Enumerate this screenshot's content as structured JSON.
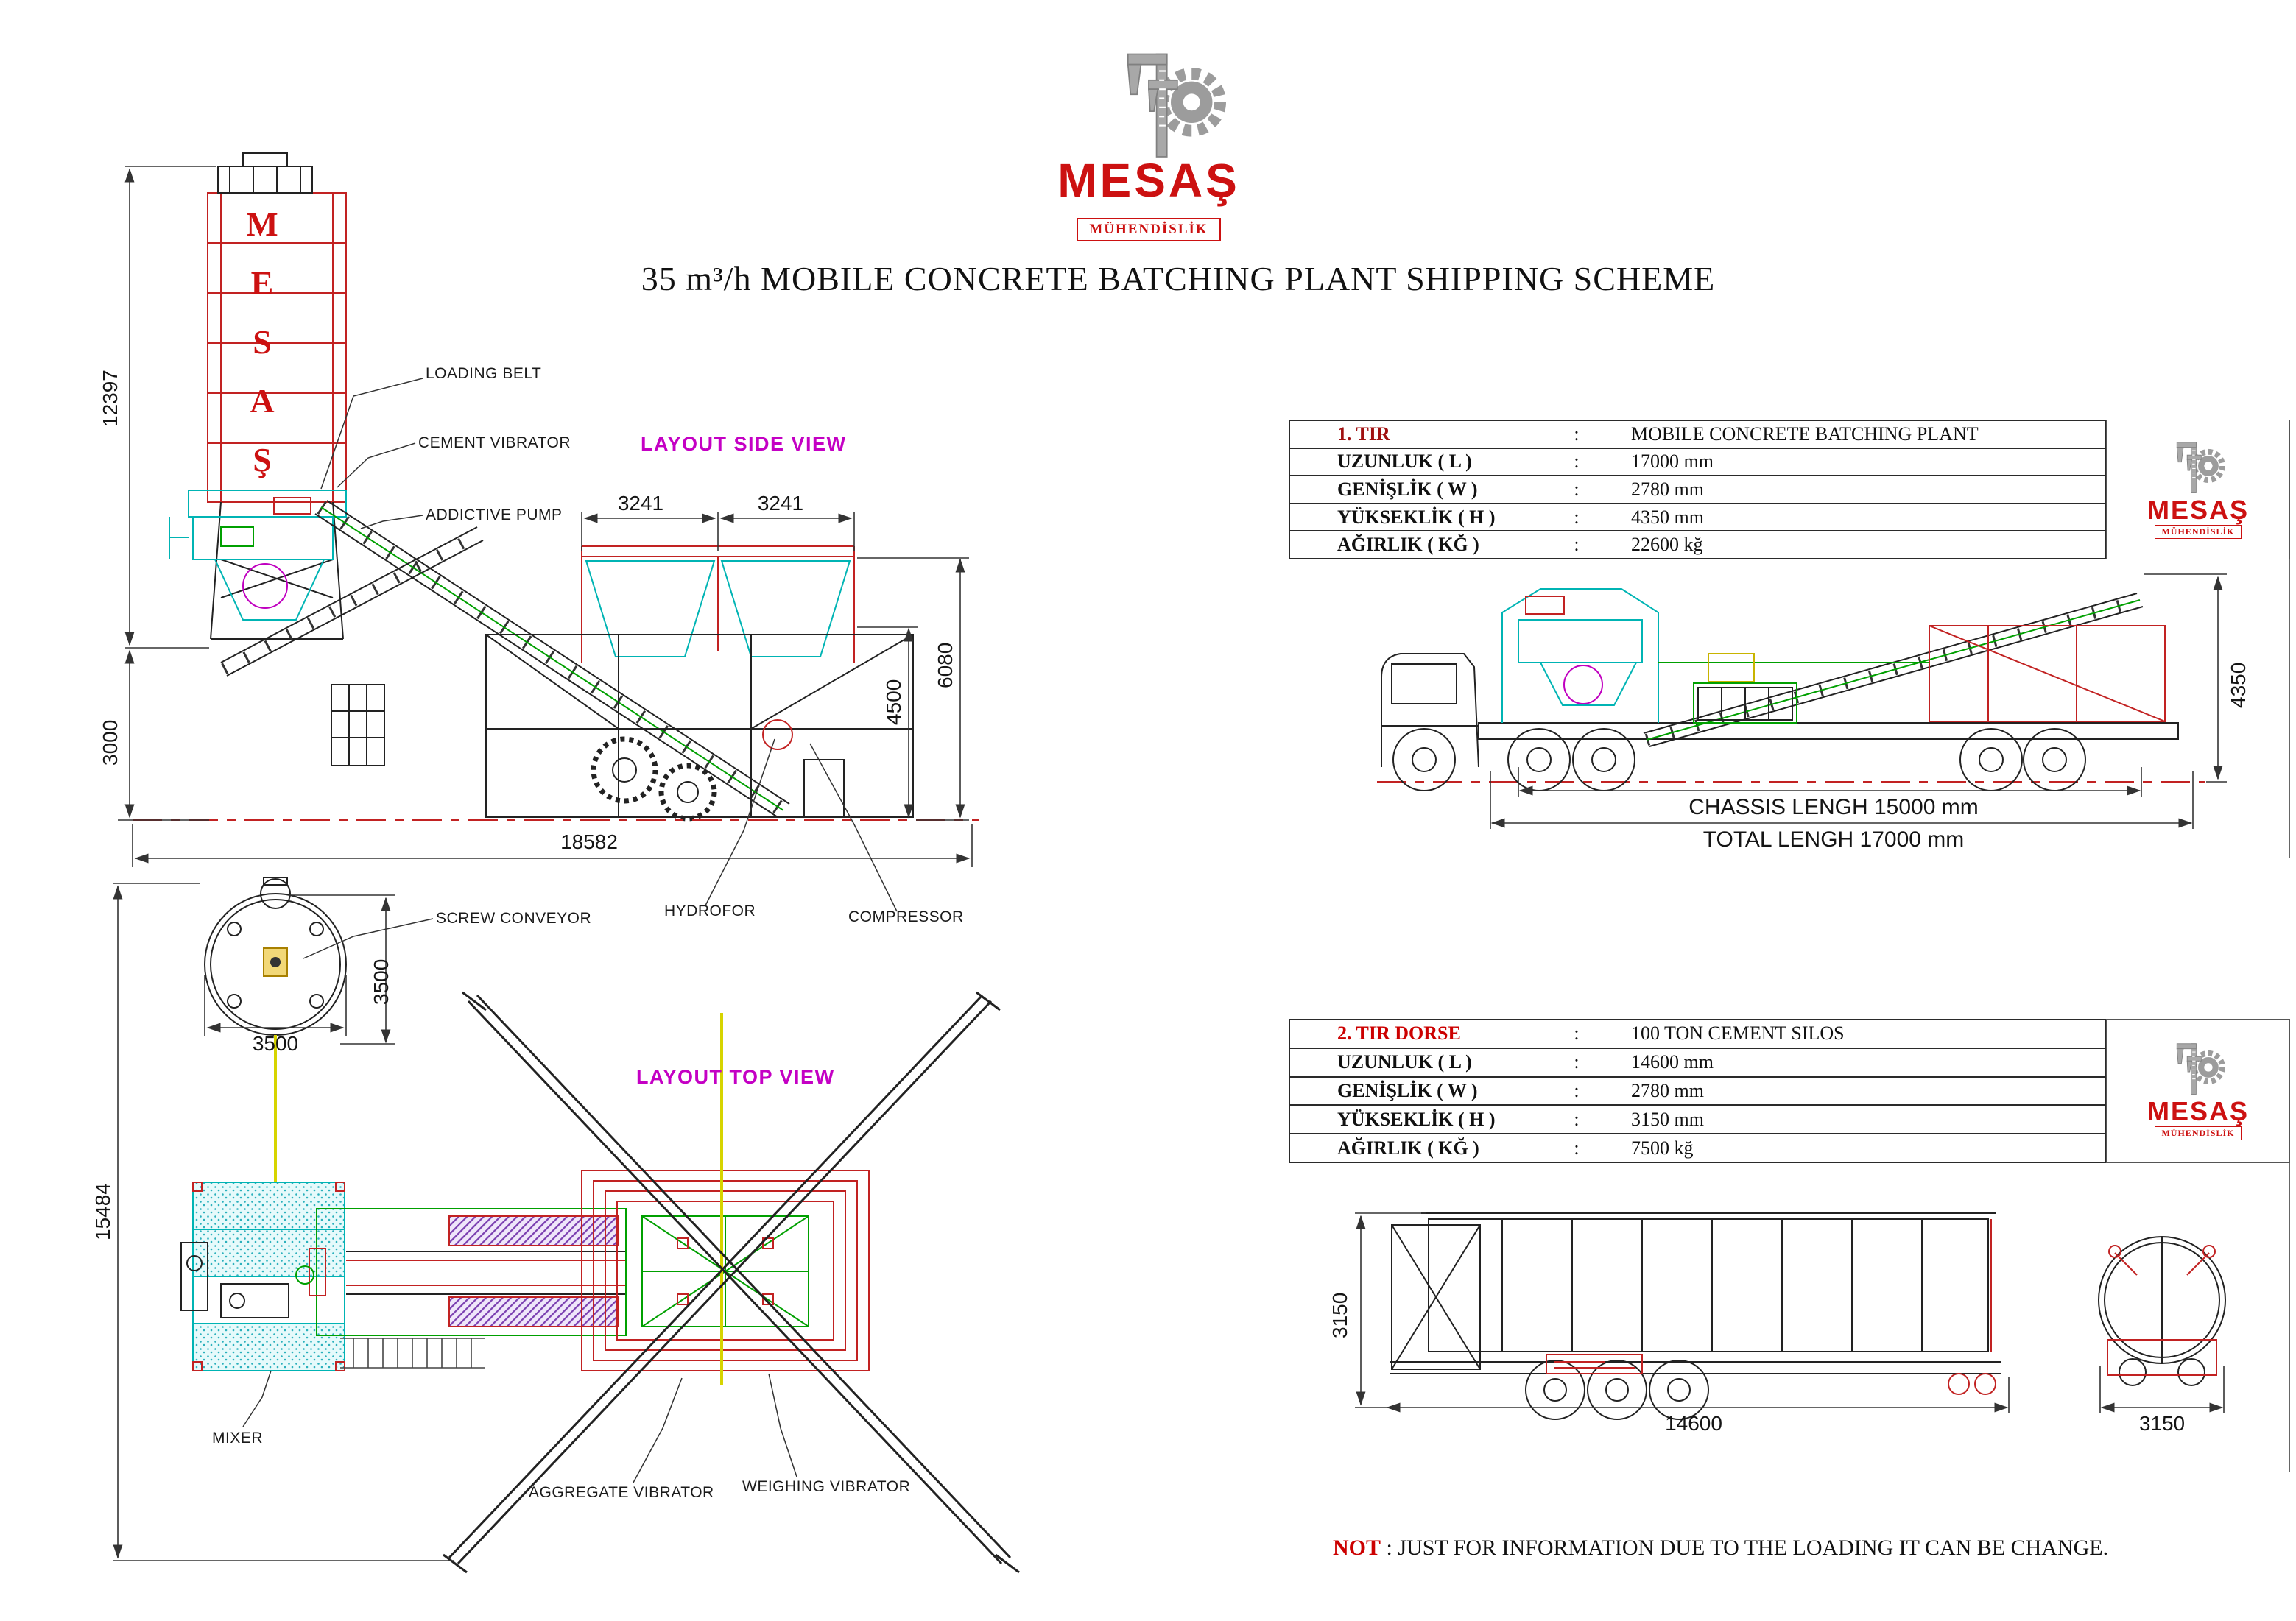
{
  "title": "35 m³/h MOBILE CONCRETE BATCHING PLANT SHIPPING SCHEME",
  "logo": {
    "name": "MESAŞ",
    "subtitle": "MÜHENDİSLİK"
  },
  "silo_letters": [
    "M",
    "E",
    "S",
    "A",
    "Ş"
  ],
  "side_view": {
    "caption": "LAYOUT SIDE VIEW",
    "callouts": {
      "loading_belt": "LOADING BELT",
      "cement_vibrator": "CEMENT VIBRATOR",
      "addictive_pump": "ADDICTIVE PUMP",
      "hydrofor": "HYDROFOR",
      "compressor": "COMPRESSOR"
    },
    "dims": {
      "silo_height": "12397",
      "base_height": "3000",
      "bin_left": "3241",
      "bin_right": "3241",
      "bin_height": "4500",
      "overall_height": "6080",
      "total_length": "18582"
    }
  },
  "top_view": {
    "caption": "LAYOUT TOP VIEW",
    "callouts": {
      "screw_conveyor": "SCREW CONVEYOR",
      "mixer": "MIXER",
      "aggregate_vibrator": "AGGREGATE VIBRATOR",
      "weighing_vibrator": "WEIGHING VIBRATOR"
    },
    "dims": {
      "silo_diameter_v": "3500",
      "silo_diameter_h": "3500",
      "overall_width": "15484"
    }
  },
  "tir1": {
    "rows": [
      {
        "label": "1. TIR",
        "sep": ":",
        "value": "MOBILE CONCRETE BATCHING PLANT"
      },
      {
        "label": "UZUNLUK ( L )",
        "sep": ":",
        "value": "17000 mm"
      },
      {
        "label": "GENİŞLİK ( W )",
        "sep": ":",
        "value": "2780 mm"
      },
      {
        "label": "YÜKSEKLİK ( H )",
        "sep": ":",
        "value": "4350 mm"
      },
      {
        "label": "AĞIRLIK ( KĞ )",
        "sep": ":",
        "value": "22600 kğ"
      }
    ],
    "dims": {
      "height": "4350"
    },
    "chassis_length": "CHASSIS LENGH 15000 mm",
    "total_length": "TOTAL LENGH 17000 mm"
  },
  "tir2": {
    "rows": [
      {
        "label": "2. TIR DORSE",
        "sep": ":",
        "value": "100 TON CEMENT SILOS"
      },
      {
        "label": "UZUNLUK ( L )",
        "sep": ":",
        "value": "14600 mm"
      },
      {
        "label": "GENİŞLİK ( W )",
        "sep": ":",
        "value": "2780 mm"
      },
      {
        "label": "YÜKSEKLİK ( H )",
        "sep": ":",
        "value": "3150 mm"
      },
      {
        "label": "AĞIRLIK ( KĞ )",
        "sep": ":",
        "value": "7500 kğ"
      }
    ],
    "dims": {
      "height": "3150",
      "length": "14600",
      "width": "3150"
    }
  },
  "note": {
    "prefix": "NOT",
    "text": ": JUST FOR INFORMATION DUE TO THE LOADING IT CAN BE CHANGE."
  }
}
